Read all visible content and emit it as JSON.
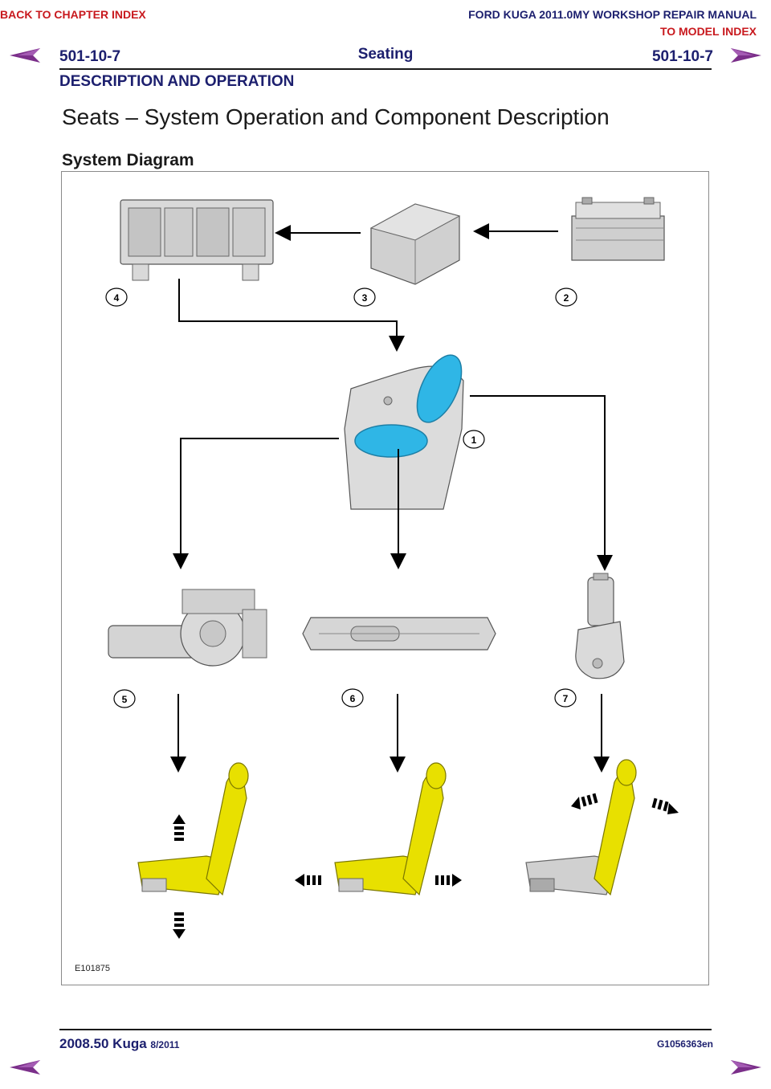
{
  "header": {
    "back_to_chapter": "BACK TO CHAPTER INDEX",
    "manual_title": "FORD KUGA 2011.0MY WORKSHOP REPAIR MANUAL",
    "to_model_index": "TO MODEL INDEX",
    "section_left": "501-10-7",
    "section_name": "Seating",
    "section_right": "501-10-7",
    "category": "DESCRIPTION AND OPERATION"
  },
  "page": {
    "title": "Seats – System Operation and Component Description",
    "subtitle": "System Diagram"
  },
  "diagram": {
    "figure_code": "E101875",
    "callouts": [
      "1",
      "2",
      "3",
      "4",
      "5",
      "6",
      "7"
    ]
  },
  "footer": {
    "model": "2008.50 Kuga",
    "date": "8/2011",
    "doc_id": "G1056363en"
  },
  "colors": {
    "nav_arrow": "#7b2f8a",
    "link_red": "#c8191e",
    "heading_navy": "#1c1f6e",
    "seat_yellow": "#e8e000",
    "switch_blue": "#2fb6e6"
  }
}
